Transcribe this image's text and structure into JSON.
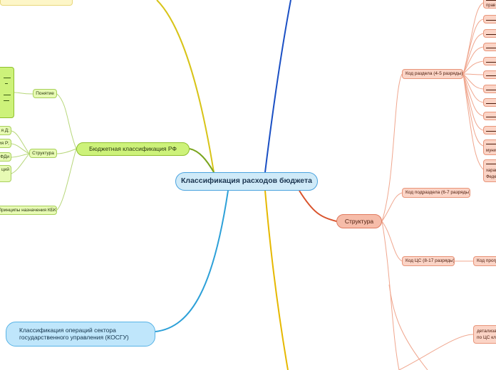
{
  "central": {
    "title": "Классификация расходов бюджета"
  },
  "left": {
    "budget_classification": {
      "title": "Бюджетная классификация РФ",
      "children": [
        {
          "label": "Понятие"
        },
        {
          "label": "Структура"
        },
        {
          "label": "Принципы назначения КБК"
        }
      ],
      "left_fragments": [
        "я Д;",
        "ия Р;",
        "РФДи",
        "ций"
      ]
    },
    "kosgu": {
      "title": "Классификация операций сектора государственного управления (КОСГУ)"
    }
  },
  "right": {
    "structure": {
      "title": "Структура",
      "children": [
        {
          "label": "Код раздела (4-5 разряды)"
        },
        {
          "label": "Код подраздела (6-7 разряды)"
        },
        {
          "label": "Код ЦС (8-17 разряды)"
        }
      ],
      "cs_child": "Код прогр",
      "details_lines": [
        "детализа",
        "по ЦС кла"
      ],
      "right_fragments": {
        "first_suffix": "прав",
        "munic": "муни",
        "last_lines": [
          "харак",
          "Феде"
        ]
      }
    }
  }
}
